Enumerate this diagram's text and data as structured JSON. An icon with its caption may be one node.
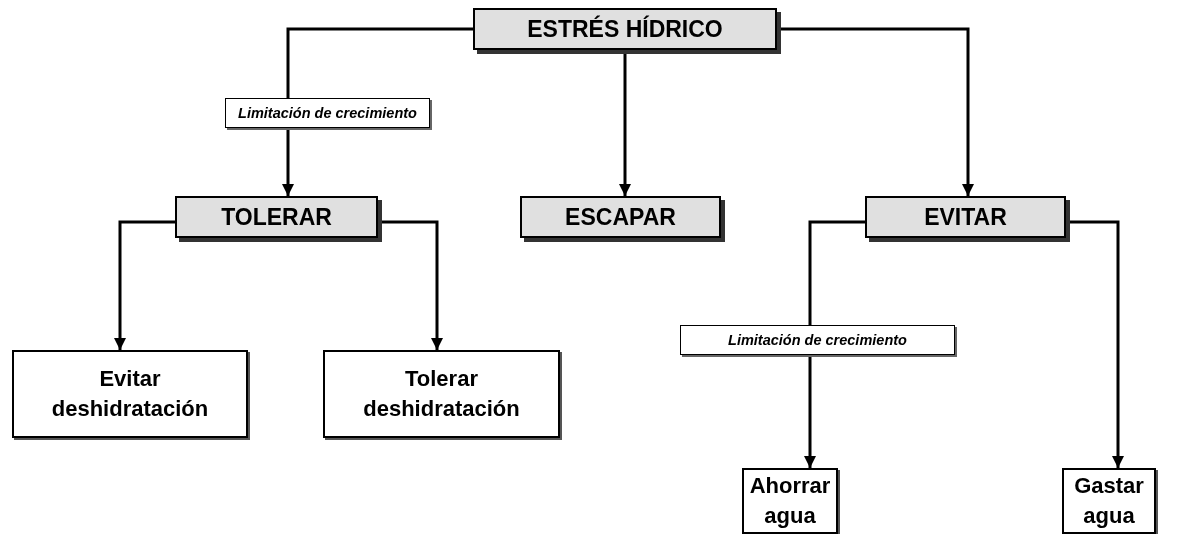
{
  "diagram": {
    "nodes": [
      {
        "text": [
          "ESTRÉS HÍDRICO"
        ]
      },
      {
        "text": [
          "TOLERAR"
        ]
      },
      {
        "text": [
          "ESCAPAR"
        ]
      },
      {
        "text": [
          "EVITAR"
        ]
      },
      {
        "text": [
          "Evitar deshidratación"
        ]
      },
      {
        "text": [
          "Tolerar deshidratación"
        ]
      },
      {
        "text": [
          "Ahorrar agua"
        ]
      },
      {
        "text": [
          "Gastar agua"
        ]
      }
    ],
    "edges": [
      {
        "from": 0,
        "to": 1,
        "arrow": "to",
        "label": "Limitación de crecimiento"
      },
      {
        "from": 0,
        "to": 2,
        "arrow": "to"
      },
      {
        "from": 0,
        "to": 3,
        "arrow": "to"
      },
      {
        "from": 1,
        "to": 4,
        "arrow": "to"
      },
      {
        "from": 1,
        "to": 5,
        "arrow": "to"
      },
      {
        "from": 3,
        "to": 6,
        "arrow": "to",
        "label": "Limitación de crecimiento"
      },
      {
        "from": 3,
        "to": 7,
        "arrow": "to"
      }
    ]
  }
}
